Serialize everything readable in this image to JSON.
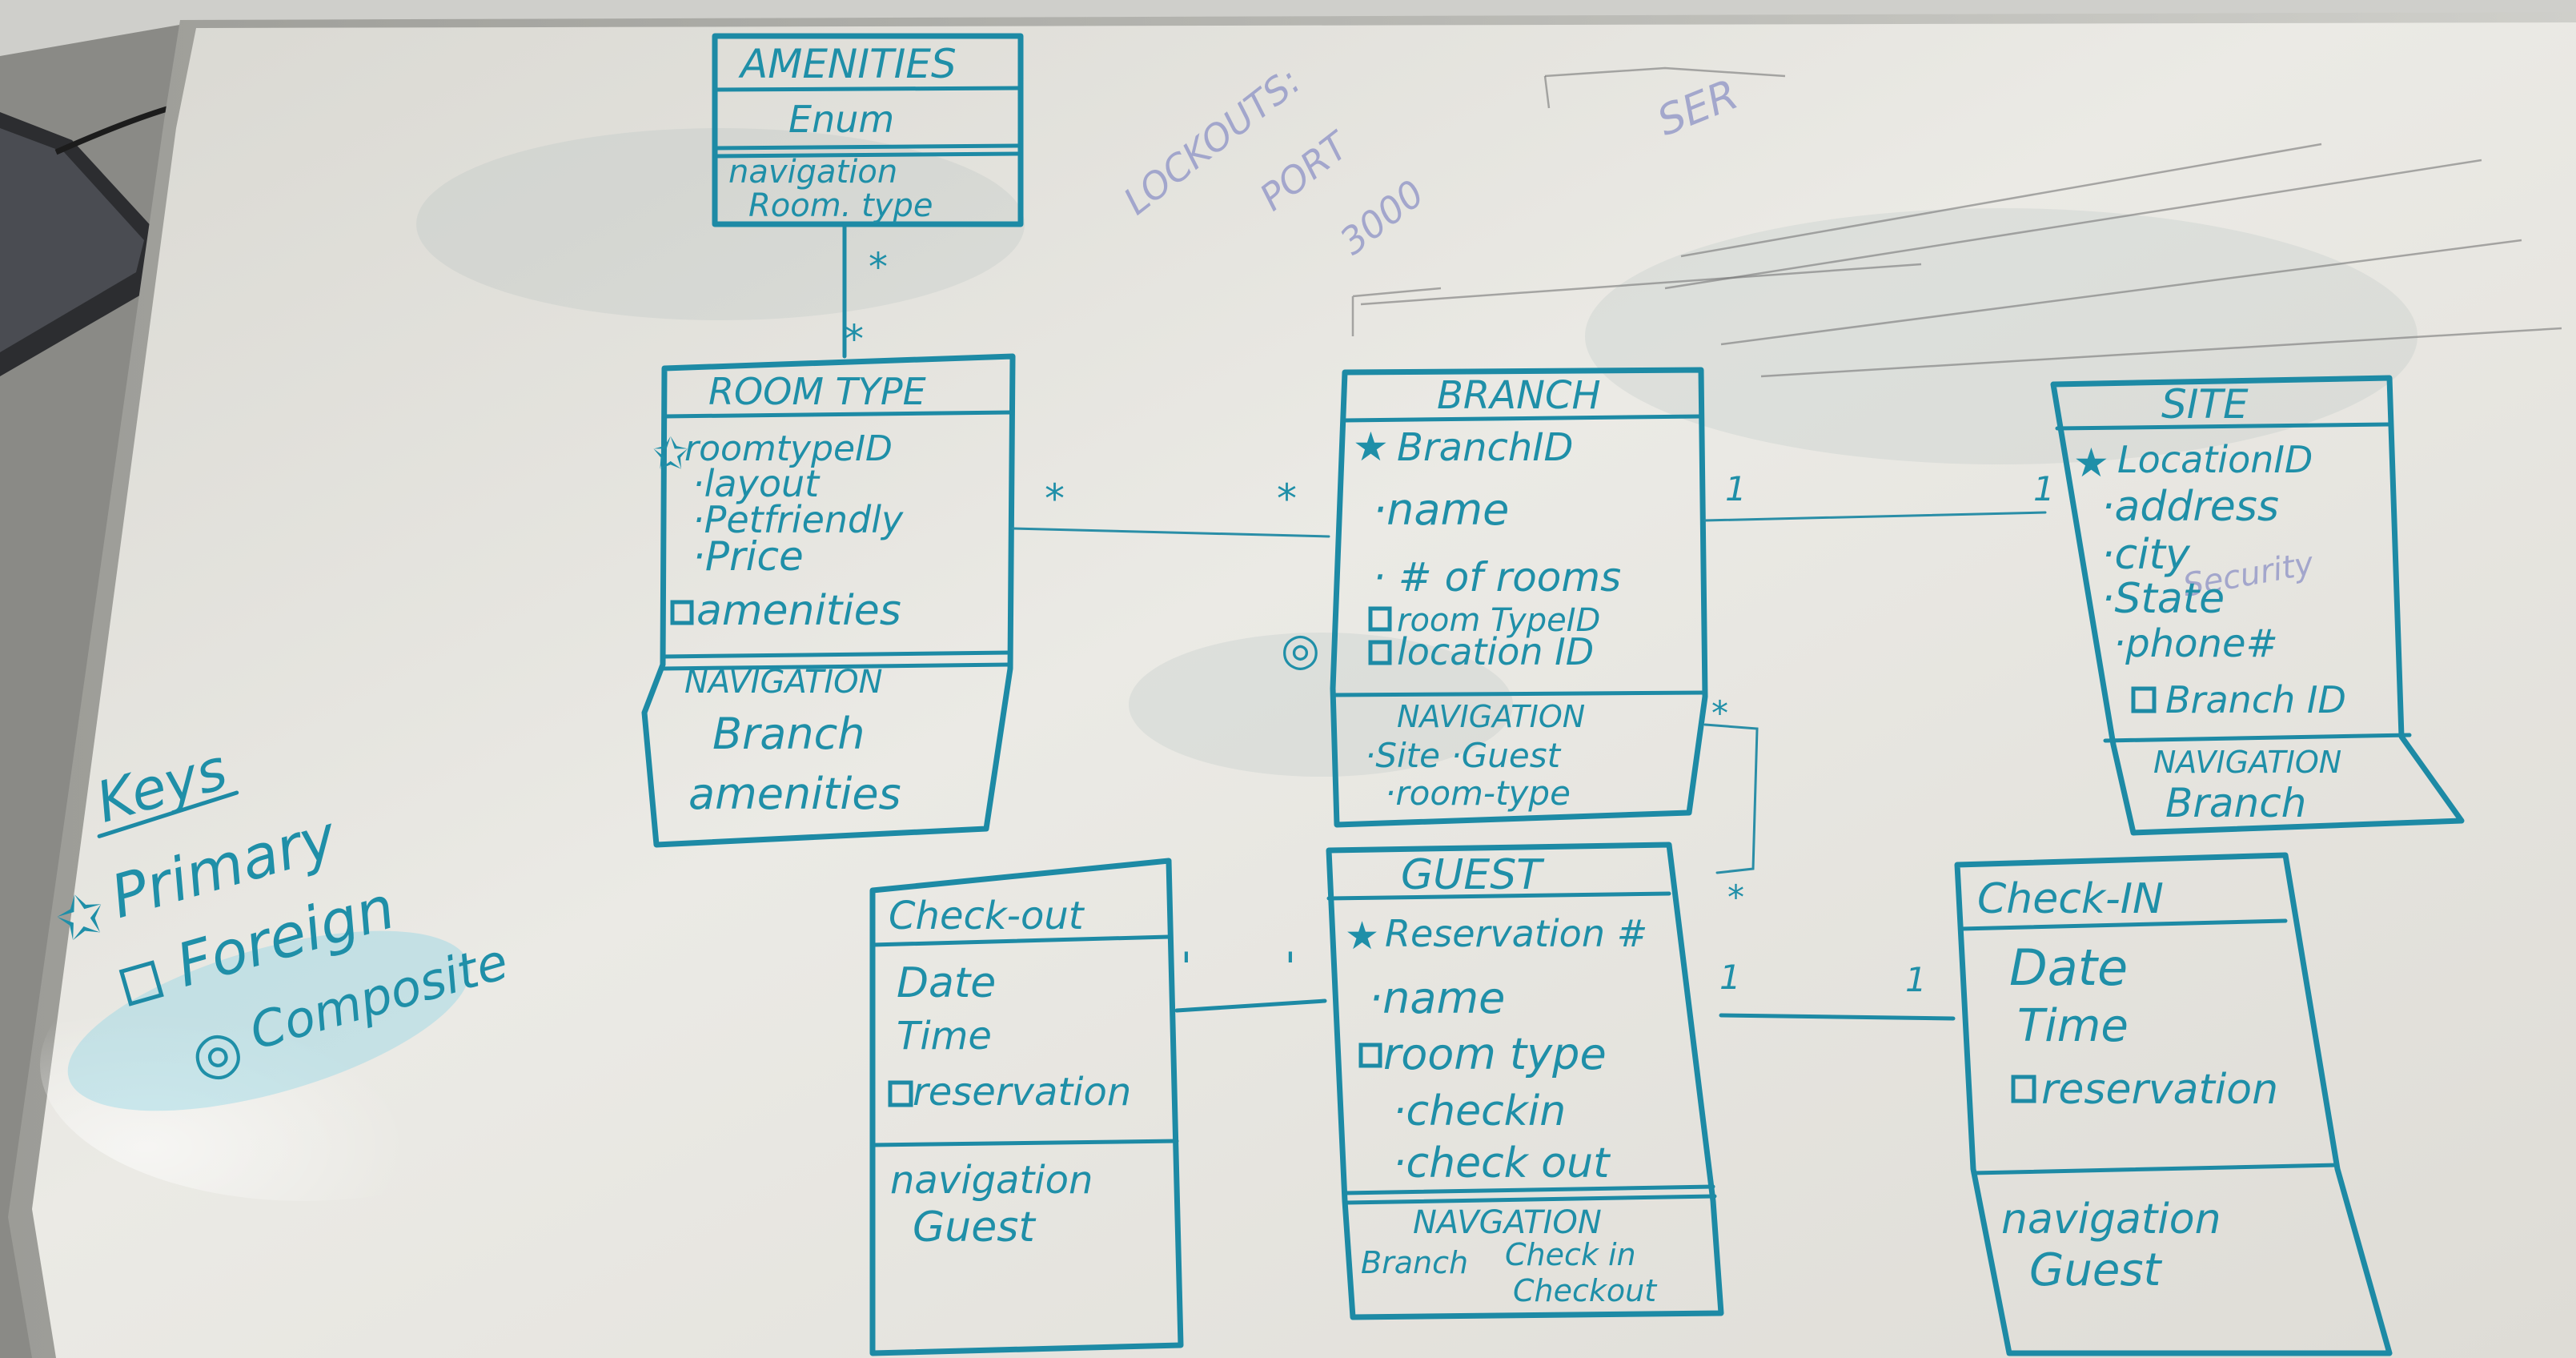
{
  "image": {
    "description_type": "whiteboard-photo",
    "ink_color": "#1f8fa8",
    "board_color": "#e9e8e2"
  },
  "faint_notes": {
    "note1": "LOCKOUTS:",
    "note2": "PORT",
    "note3": "3000",
    "note4": "SER",
    "note5": "Security"
  },
  "entities": {
    "amenities": {
      "title": "AMENITIES",
      "subtitle": "Enum",
      "nav1": "navigation",
      "nav2": "Room. type"
    },
    "room_type": {
      "title": "ROOM TYPE",
      "f1": "roomtypeID",
      "f2": "·layout",
      "f3": "·Petfriendly",
      "f4": "·Price",
      "f5": "amenities",
      "nav_header": "NAVIGATION",
      "nav1": "Branch",
      "nav2": "amenities"
    },
    "branch": {
      "title": "BRANCH",
      "f1": "BranchID",
      "f2": "·name",
      "f3": "· # of rooms",
      "f4": "room TypeID",
      "f5": "location ID",
      "nav_header": "NAVIGATION",
      "nav1": "·Site ·Guest",
      "nav2": "·room-type"
    },
    "site": {
      "title": "SITE",
      "f1": "LocationID",
      "f2": "·address",
      "f3": "·city",
      "f4": "·State",
      "f5": "·phone#",
      "f6": "Branch ID",
      "nav_header": "NAVIGATION",
      "nav1": "Branch"
    },
    "guest": {
      "title": "GUEST",
      "f1": "Reservation #",
      "f2": "·name",
      "f3": "room type",
      "f4": "·checkin",
      "f5": "·check out",
      "nav_header": "NAVGATION",
      "nav1": "Branch",
      "nav2": "Check in",
      "nav3": "Checkout"
    },
    "checkout": {
      "title": "Check-out",
      "f1": "Date",
      "f2": "Time",
      "f3": "reservation",
      "nav1": "navigation",
      "nav2": "Guest"
    },
    "checkin": {
      "title": "Check-IN",
      "f1": "Date",
      "f2": "Time",
      "f3": "reservation",
      "nav1": "navigation",
      "nav2": "Guest"
    }
  },
  "keys_legend": {
    "title": "Keys",
    "primary": "Primary",
    "foreign": "Foreign",
    "composite": "Composite"
  },
  "cardinality": {
    "many": "*",
    "one": "1",
    "one_alt": "'"
  }
}
